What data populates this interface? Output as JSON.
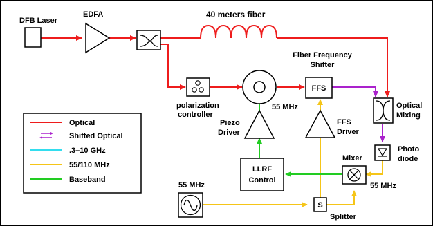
{
  "labels": {
    "dfb_laser": "DFB Laser",
    "edfa": "EDFA",
    "fiber": "40 meters fiber",
    "fiber_frequency_shifter_line1": "Fiber Frequency",
    "fiber_frequency_shifter_line2": "Shifter",
    "ffs_box": "FFS",
    "polarization_line1": "polarization",
    "polarization_line2": "controller",
    "optical_mixing_line1": "Optical",
    "optical_mixing_line2": "Mixing",
    "ffs_55mhz": "55 MHz",
    "piezo_line1": "Piezo",
    "piezo_line2": "Driver",
    "ffs_driver_line1": "FFS",
    "ffs_driver_line2": "Driver",
    "photo_line1": "Photo",
    "photo_line2": "diode",
    "mixer": "Mixer",
    "llrf_line1": "LLRF",
    "llrf_line2": "Control",
    "osc_55mhz": "55 MHz",
    "mixer_55mhz": "55 MHz",
    "splitter_box": "S",
    "splitter": "Splitter"
  },
  "legend": {
    "items": [
      {
        "label": "Optical",
        "color": "#ee1c1c"
      },
      {
        "label": "Shifted Optical",
        "color": "#aa22cc"
      },
      {
        "label": ".3–10 GHz",
        "color": "#33ddee"
      },
      {
        "label": "55/110 MHz",
        "color": "#f5c518"
      },
      {
        "label": "Baseband",
        "color": "#22cc22"
      }
    ]
  },
  "colors": {
    "optical": "#ee1c1c",
    "shifted_optical": "#aa22cc",
    "ghz": "#33ddee",
    "mhz": "#f5c518",
    "baseband": "#22cc22"
  }
}
